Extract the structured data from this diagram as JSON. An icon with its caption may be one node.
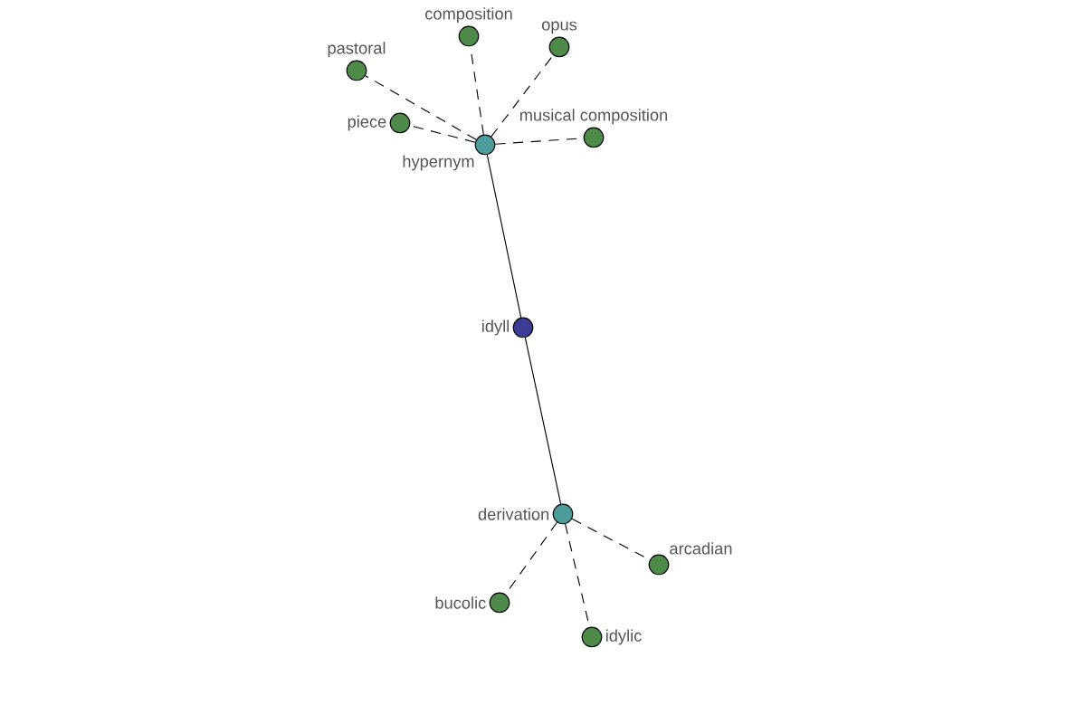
{
  "diagram": {
    "nodes": [
      {
        "text": [
          "composition"
        ]
      },
      {
        "text": [
          "opus"
        ]
      },
      {
        "text": [
          "pastoral"
        ]
      },
      {
        "text": [
          "piece"
        ]
      },
      {
        "text": [
          "hypernym"
        ]
      },
      {
        "text": [
          "musical composition"
        ]
      },
      {
        "text": [
          "idyll"
        ]
      },
      {
        "text": [
          "derivation"
        ]
      },
      {
        "text": [
          "arcadian"
        ]
      },
      {
        "text": [
          "bucolic"
        ]
      },
      {
        "text": [
          "idylic"
        ]
      }
    ],
    "edges": [
      {
        "from": 4,
        "to": 0,
        "arrow": "none",
        "style": "dashed"
      },
      {
        "from": 4,
        "to": 1,
        "arrow": "none",
        "style": "dashed"
      },
      {
        "from": 4,
        "to": 2,
        "arrow": "none",
        "style": "dashed"
      },
      {
        "from": 4,
        "to": 3,
        "arrow": "none",
        "style": "dashed"
      },
      {
        "from": 4,
        "to": 5,
        "arrow": "none",
        "style": "dashed"
      },
      {
        "from": 6,
        "to": 4,
        "arrow": "none"
      },
      {
        "from": 6,
        "to": 7,
        "arrow": "none"
      },
      {
        "from": 7,
        "to": 8,
        "arrow": "none",
        "style": "dashed"
      },
      {
        "from": 7,
        "to": 9,
        "arrow": "none",
        "style": "dashed"
      },
      {
        "from": 7,
        "to": 10,
        "arrow": "none",
        "style": "dashed"
      }
    ]
  }
}
